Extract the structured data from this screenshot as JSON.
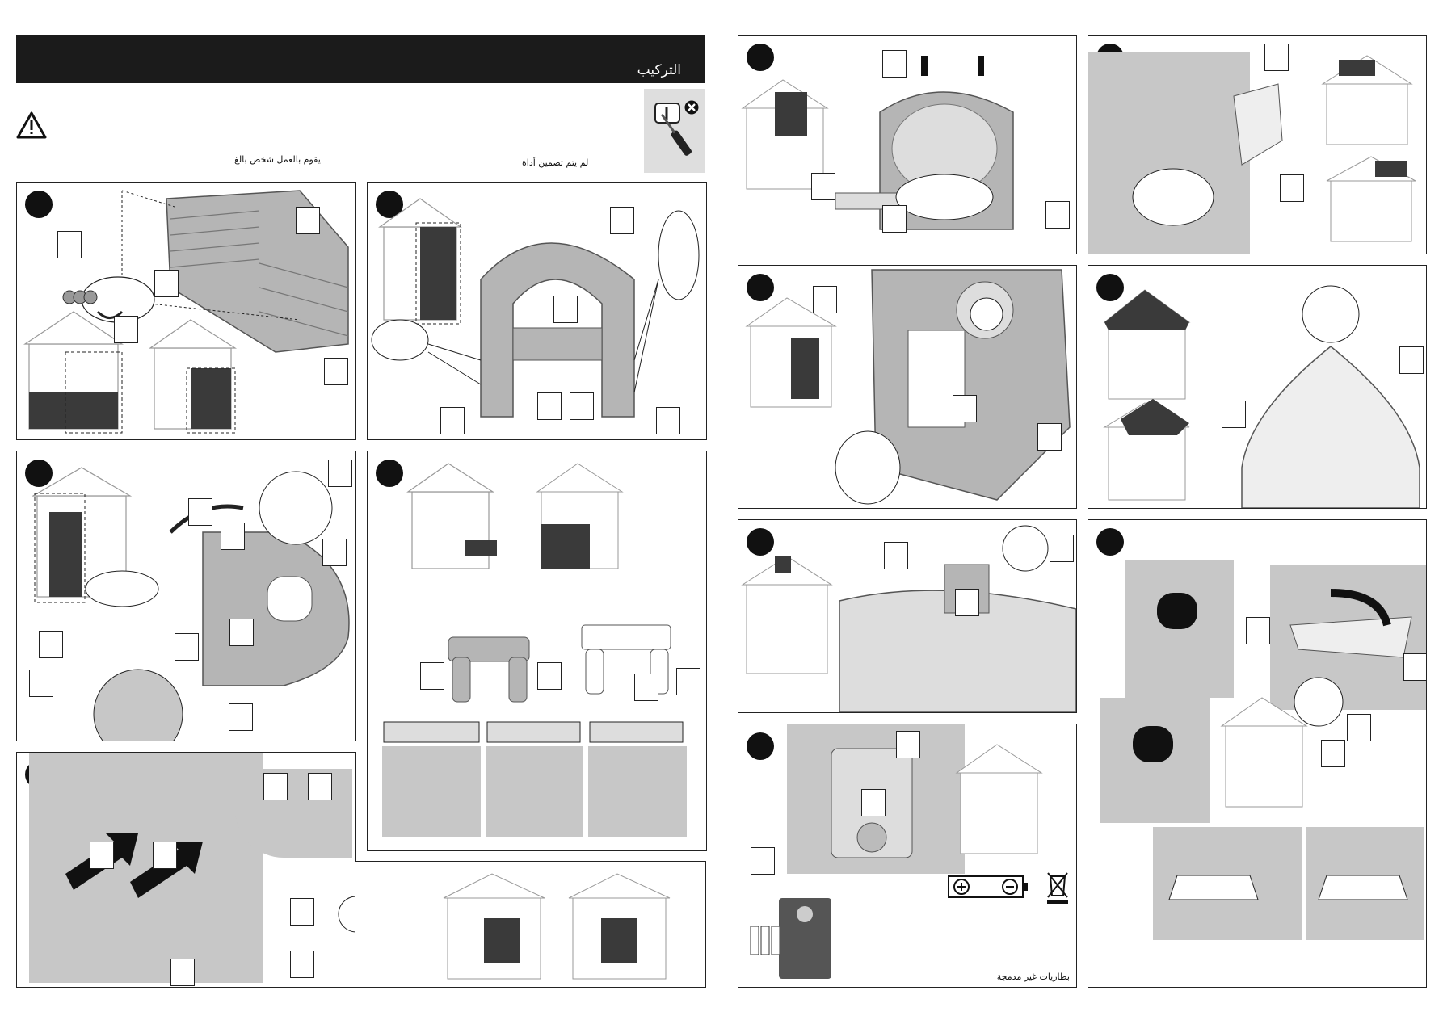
{
  "header": {
    "title": "التركيب"
  },
  "notes": {
    "adult_required": "يقوم بالعمل شخص بالغ",
    "no_tools_included": "لم يتم تضمين أداة",
    "batteries_not_included": "بطاريات غير مدمجة"
  },
  "icons": [
    "warning-triangle-icon",
    "screwdriver-icon",
    "no-tool-icon",
    "battery-icon",
    "crossed-bin-icon"
  ],
  "colors": {
    "header_bg": "#1b1b1b",
    "illustration_gray": "#b5b5b5",
    "dark_part": "#3a3a3a"
  }
}
